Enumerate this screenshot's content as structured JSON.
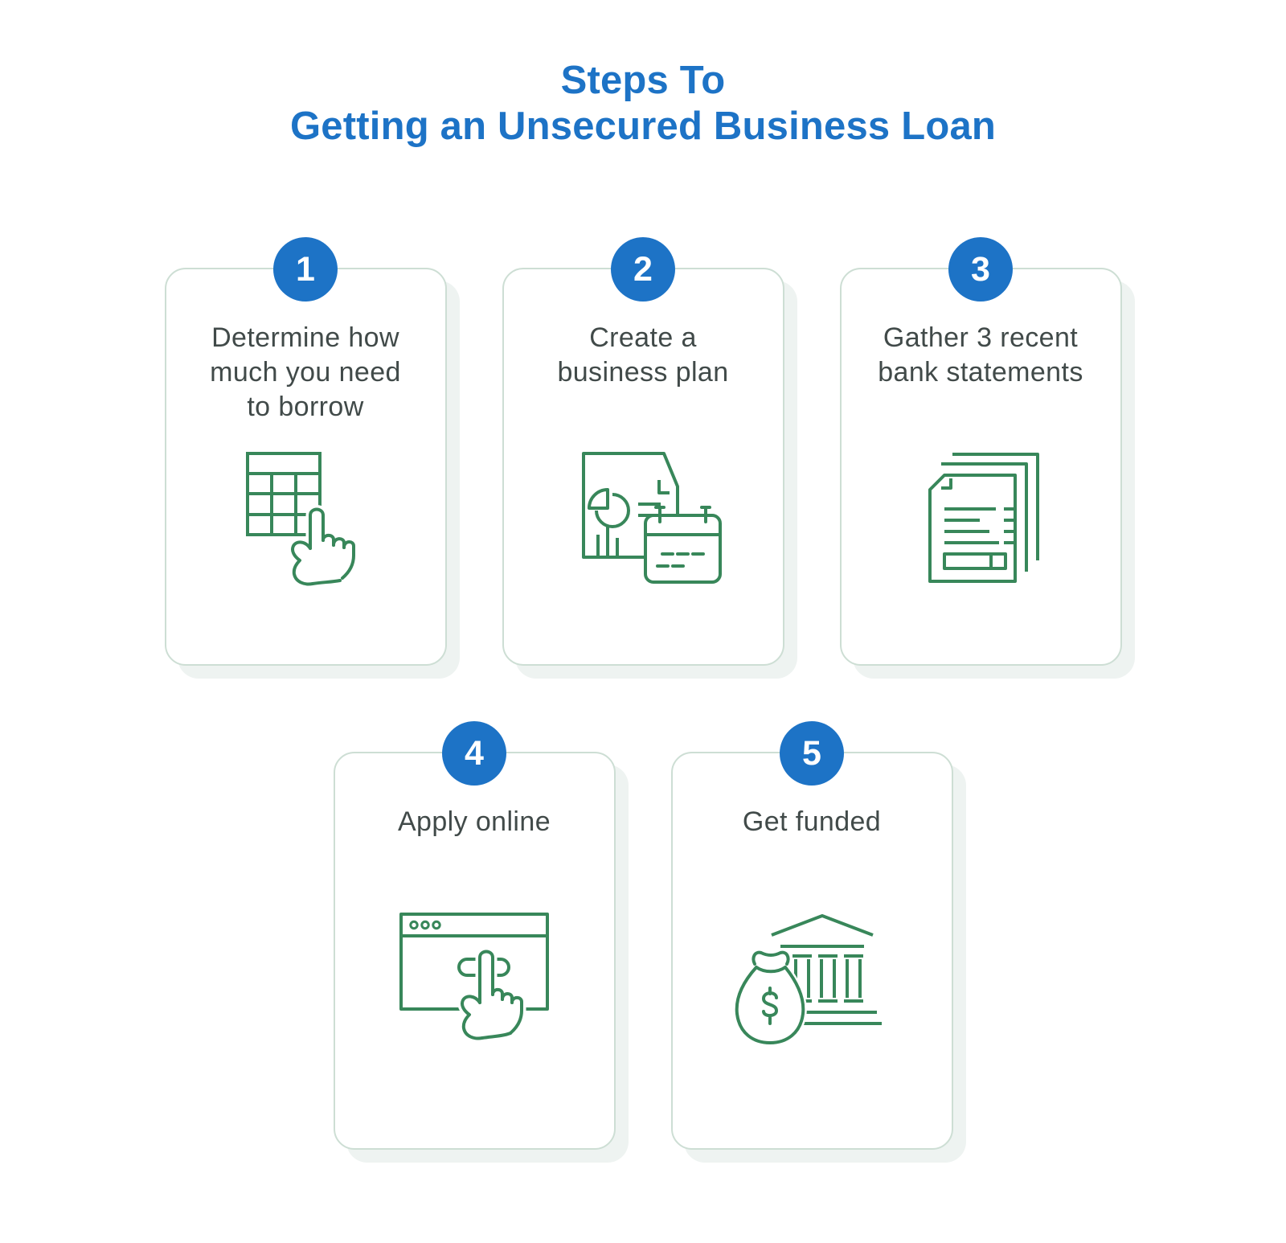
{
  "title": {
    "line1": "Steps To",
    "line2": "Getting an Unsecured Business Loan"
  },
  "colors": {
    "title_blue": "#1d73c6",
    "badge_blue": "#1d73c6",
    "icon_green": "#38875a",
    "card_border": "#cdded4",
    "card_shadow": "#eef3f1",
    "text": "#414a49"
  },
  "steps": [
    {
      "number": "1",
      "label": "Determine how\nmuch you need\nto borrow",
      "icon": "calculator-hand-icon"
    },
    {
      "number": "2",
      "label": "Create a\nbusiness plan",
      "icon": "business-plan-calendar-icon"
    },
    {
      "number": "3",
      "label": "Gather 3 recent\nbank statements",
      "icon": "bank-statements-icon"
    },
    {
      "number": "4",
      "label": "Apply online",
      "icon": "apply-online-click-icon"
    },
    {
      "number": "5",
      "label": "Get funded",
      "icon": "money-bag-bank-icon"
    }
  ]
}
